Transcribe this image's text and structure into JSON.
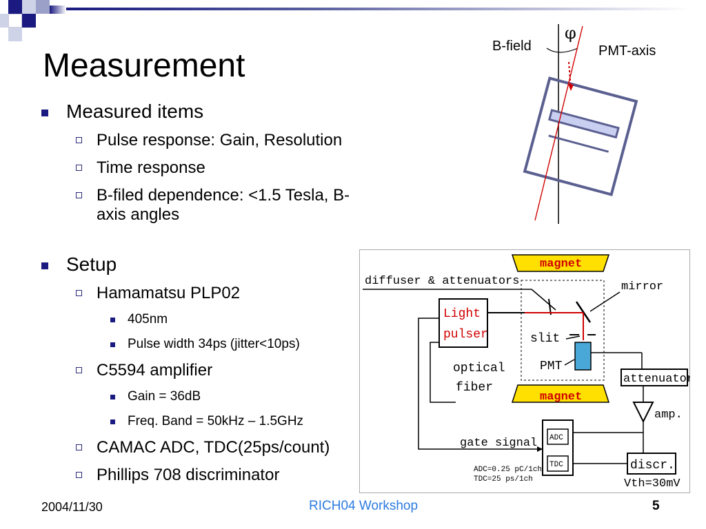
{
  "slide": {
    "title": "Measurement",
    "outline": [
      {
        "level": 1,
        "text": "Measured items"
      },
      {
        "level": 2,
        "text": "Pulse response: Gain, Resolution"
      },
      {
        "level": 2,
        "text": "Time response"
      },
      {
        "level": 2,
        "text": "B-filed dependence: <1.5 Tesla, B-axis angles"
      },
      {
        "level": 0,
        "text": ""
      },
      {
        "level": 1,
        "text": "Setup"
      },
      {
        "level": 2,
        "text": "Hamamatsu PLP02"
      },
      {
        "level": 3,
        "text": "405nm"
      },
      {
        "level": 3,
        "text": "Pulse width 34ps (jitter<10ps)"
      },
      {
        "level": 2,
        "text": "C5594 amplifier"
      },
      {
        "level": 3,
        "text": "Gain = 36dB"
      },
      {
        "level": 3,
        "text": "Freq. Band = 50kHz – 1.5GHz"
      },
      {
        "level": 2,
        "text": "CAMAC ADC, TDC(25ps/count)"
      },
      {
        "level": 2,
        "text": "Phillips 708 discriminator"
      }
    ]
  },
  "pmt_diagram": {
    "bfield_label": "B-field",
    "phi_label": "φ",
    "pmt_axis_label": "PMT-axis"
  },
  "setup_diagram": {
    "magnet_top": "magnet",
    "magnet_bottom": "magnet",
    "diffuser": "diffuser & attenuators",
    "mirror": "mirror",
    "light": "Light",
    "pulser": "pulser",
    "slit": "slit",
    "pmt": "PMT",
    "optical": "optical",
    "fiber": "fiber",
    "attenuator": "attenuator",
    "amp": "amp.",
    "gate_signal": "gate signal",
    "adc": "ADC",
    "tdc": "TDC",
    "discr": "discr.",
    "vth": "Vth=30mV",
    "adc_cal": "ADC=0.25 pC/1ch",
    "tdc_cal": "TDC=25 ps/1ch"
  },
  "footer": {
    "date": "2004/11/30",
    "center": "RICH04 Workshop",
    "page": "5"
  },
  "colors": {
    "accent_blue": "#1a1a80",
    "footer_blue": "#2c7be0",
    "magnet_yellow": "#ffe000",
    "red_line": "#d00000",
    "pmt_cyan": "#4aa8d8"
  }
}
